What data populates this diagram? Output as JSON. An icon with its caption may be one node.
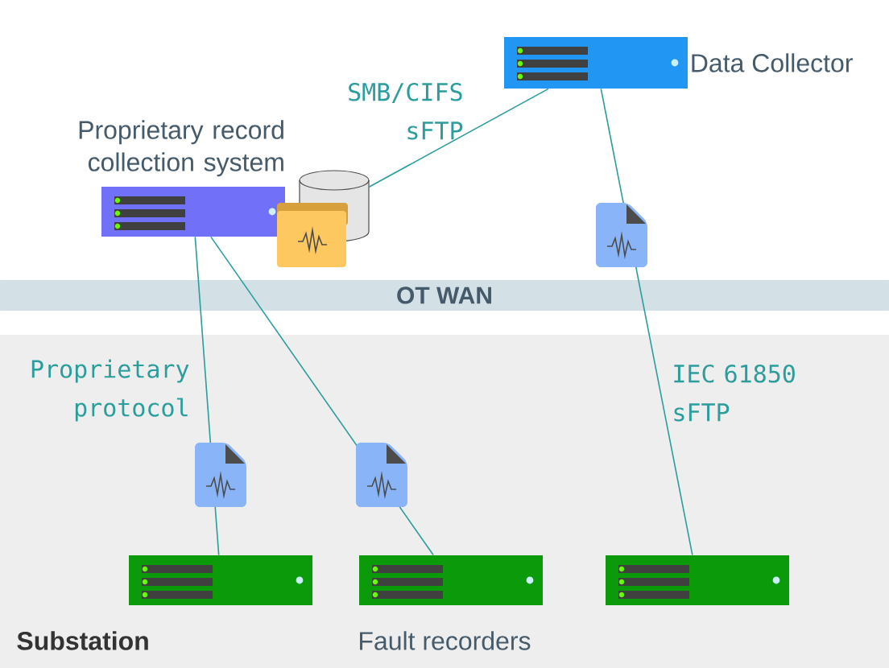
{
  "diagram": {
    "nodes": [
      {
        "text": [
          "Data Collector"
        ]
      },
      {
        "text": [
          "Proprietary record collection system"
        ]
      },
      {
        "text": [],
        "shape": "cylinder"
      },
      {
        "text": [
          "Substation"
        ]
      },
      {
        "text": [],
        "shape": "box",
        "in": 3
      },
      {
        "text": [],
        "shape": "box",
        "in": 3
      },
      {
        "text": [],
        "shape": "box",
        "in": 3
      }
    ],
    "edges": [
      {
        "from": 0,
        "to": 2,
        "arrow": "none",
        "label": "SMB/CIFS sFTP"
      },
      {
        "from": 0,
        "to": 6,
        "arrow": "none",
        "label": "IEC 61850 sFTP"
      },
      {
        "from": 1,
        "to": 4,
        "arrow": "none",
        "label": "Proprietary protocol"
      },
      {
        "from": 1,
        "to": 5,
        "arrow": "none"
      }
    ],
    "labels": [
      "OT WAN",
      "Fault recorders"
    ]
  }
}
